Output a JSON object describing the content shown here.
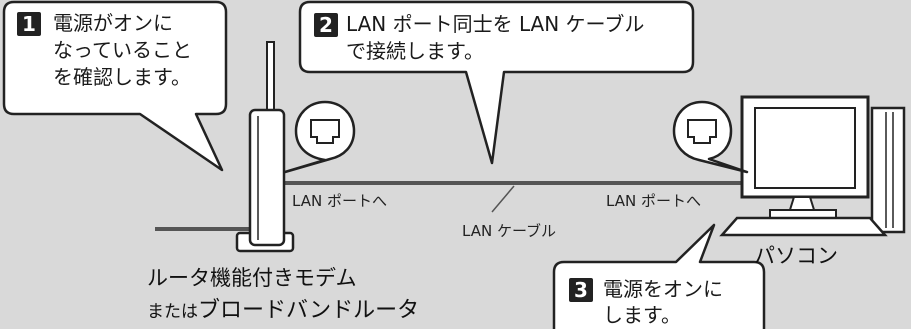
{
  "callouts": [
    {
      "number": "1",
      "lines": [
        "電源がオンに",
        "なっていること",
        "を確認します。"
      ]
    },
    {
      "number": "2",
      "lines": [
        "LAN ポート同士を LAN ケーブル",
        "で接続します。"
      ]
    },
    {
      "number": "3",
      "lines": [
        "電源をオンに",
        "します。"
      ]
    }
  ],
  "labels": {
    "router_port": "LAN ポートへ",
    "pc_port": "LAN ポートへ",
    "cable": "LAN ケーブル",
    "pc": "パソコン",
    "router_line1": "ルータ機能付きモデム",
    "router_line2_prefix": "または",
    "router_line2_main": "ブロードバンドルータ"
  }
}
